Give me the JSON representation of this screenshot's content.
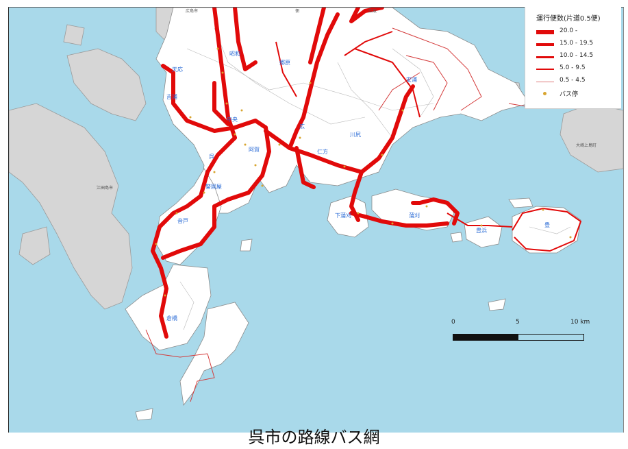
{
  "caption": "呉市の路線バス網",
  "legend": {
    "title": "運行便数(片道0.5便)",
    "items": [
      {
        "label": "20.0 -"
      },
      {
        "label": "15.0 - 19.5"
      },
      {
        "label": "10.0 - 14.5"
      },
      {
        "label": "5.0 - 9.5"
      },
      {
        "label": "0.5 - 4.5"
      }
    ],
    "bus_stop_label": "バス停",
    "route_color": "#e10a0a",
    "bus_stop_color": "#d8a530"
  },
  "scale": {
    "labels": [
      "0",
      "5",
      "10 km"
    ]
  },
  "colors": {
    "sea": "#a9d9ea",
    "land_other": "#d6d6d6",
    "land_city": "#ffffff"
  },
  "places": {
    "showa": "昭和",
    "goubara": "郷原",
    "yasuura": "安浦",
    "tenno": "天応",
    "yoshiura": "吉浦",
    "chuo": "中央",
    "kure": "呉",
    "kawajiri": "川尻",
    "aga": "阿賀",
    "hiro": "広",
    "nishiku": "仁方",
    "keigoya": "警固屋",
    "ondo": "音戸",
    "shimokamagari": "下蒲刈",
    "kamagari": "蒲刈",
    "toyohama": "豊浜",
    "yutaka": "豊",
    "kurahashi": "倉橋",
    "hiroshima": "広島市",
    "etajima": "江田島市",
    "osakikamijima": "大崎上島町",
    "hirosaka": "広坂",
    "tsukuda": "佃"
  }
}
